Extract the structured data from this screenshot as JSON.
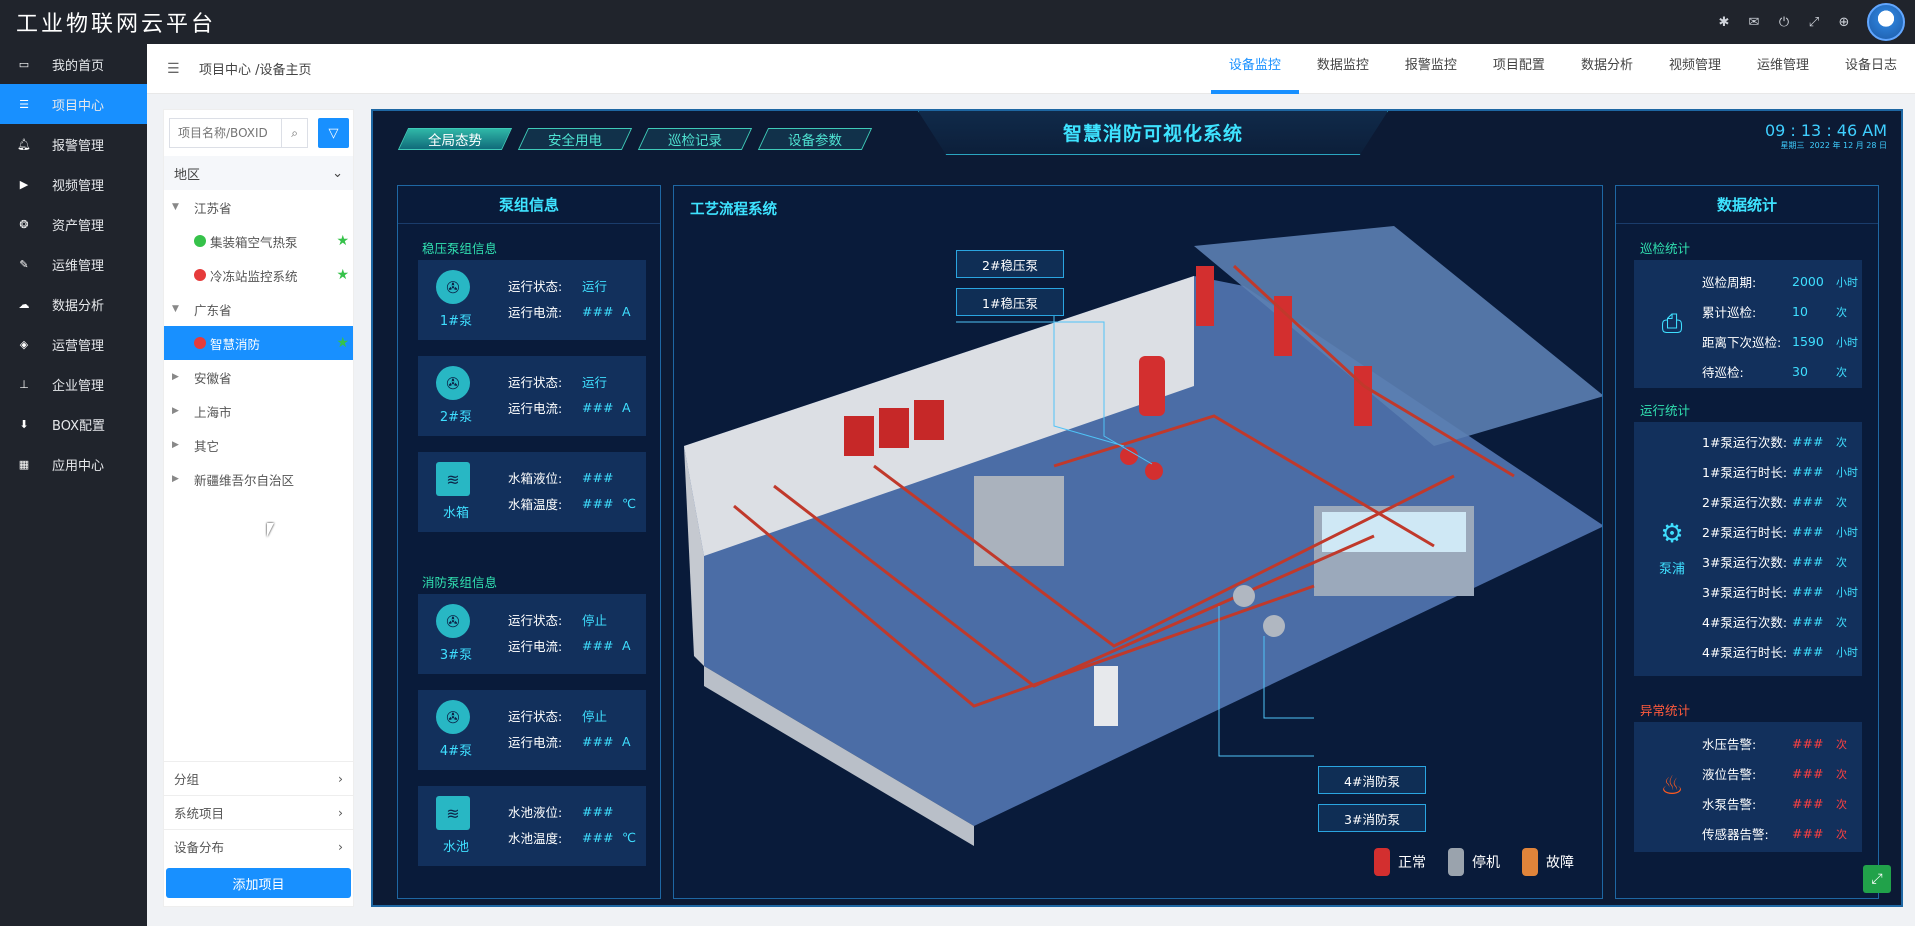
{
  "app": {
    "title": "工业物联网云平台"
  },
  "top_icons": [
    "bug-icon",
    "mail-icon",
    "power-icon",
    "fullscreen-icon",
    "globe-icon"
  ],
  "sidebar": {
    "items": [
      {
        "label": "我的首页",
        "icon": "laptop-icon"
      },
      {
        "label": "项目中心",
        "icon": "list-icon",
        "active": true
      },
      {
        "label": "报警管理",
        "icon": "bell-icon"
      },
      {
        "label": "视频管理",
        "icon": "video-icon"
      },
      {
        "label": "资产管理",
        "icon": "asset-icon"
      },
      {
        "label": "运维管理",
        "icon": "wrench-icon"
      },
      {
        "label": "数据分析",
        "icon": "cloud-icon"
      },
      {
        "label": "运营管理",
        "icon": "cubes-icon"
      },
      {
        "label": "企业管理",
        "icon": "sitemap-icon"
      },
      {
        "label": "BOX配置",
        "icon": "download-icon"
      },
      {
        "label": "应用中心",
        "icon": "grid-icon"
      }
    ]
  },
  "header": {
    "breadcrumb": "项目中心 /设备主页",
    "tabs": [
      {
        "label": "设备监控",
        "active": true
      },
      {
        "label": "数据监控"
      },
      {
        "label": "报警监控"
      },
      {
        "label": "项目配置"
      },
      {
        "label": "数据分析"
      },
      {
        "label": "视频管理"
      },
      {
        "label": "运维管理"
      },
      {
        "label": "设备日志"
      }
    ]
  },
  "left": {
    "search_placeholder": "项目名称/BOXID",
    "region_label": "地区",
    "tree": [
      {
        "label": "江苏省",
        "expanded": true,
        "children": [
          {
            "label": "集装箱空气热泵",
            "status": "green"
          },
          {
            "label": "冷冻站监控系统",
            "status": "red"
          }
        ]
      },
      {
        "label": "广东省",
        "expanded": true,
        "children": [
          {
            "label": "智慧消防",
            "status": "red",
            "selected": true
          }
        ]
      },
      {
        "label": "安徽省"
      },
      {
        "label": "上海市"
      },
      {
        "label": "其它"
      },
      {
        "label": "新疆维吾尔自治区"
      }
    ],
    "accordions": [
      "分组",
      "系统项目",
      "设备分布"
    ],
    "add_button": "添加项目"
  },
  "dashboard": {
    "nav": [
      "全局态势",
      "安全用电",
      "巡检记录",
      "设备参数"
    ],
    "title": "智慧消防可视化系统",
    "clock": {
      "time": "09 : 13 : 46 AM",
      "weekday": "星期三",
      "date": "2022 年 12 月 28 日"
    },
    "pump_panel": {
      "title": "泵组信息",
      "group1": "稳压泵组信息",
      "group2": "消防泵组信息",
      "cards": [
        {
          "name": "1#泵",
          "rows": [
            {
              "k": "运行状态:",
              "v": "运行",
              "u": ""
            },
            {
              "k": "运行电流:",
              "v": "###",
              "u": "A"
            }
          ]
        },
        {
          "name": "2#泵",
          "rows": [
            {
              "k": "运行状态:",
              "v": "运行",
              "u": ""
            },
            {
              "k": "运行电流:",
              "v": "###",
              "u": "A"
            }
          ]
        },
        {
          "name": "水箱",
          "rows": [
            {
              "k": "水箱液位:",
              "v": "###",
              "u": ""
            },
            {
              "k": "水箱温度:",
              "v": "###",
              "u": "℃"
            }
          ]
        },
        {
          "name": "3#泵",
          "rows": [
            {
              "k": "运行状态:",
              "v": "停止",
              "u": ""
            },
            {
              "k": "运行电流:",
              "v": "###",
              "u": "A"
            }
          ]
        },
        {
          "name": "4#泵",
          "rows": [
            {
              "k": "运行状态:",
              "v": "停止",
              "u": ""
            },
            {
              "k": "运行电流:",
              "v": "###",
              "u": "A"
            }
          ]
        },
        {
          "name": "水池",
          "rows": [
            {
              "k": "水池液位:",
              "v": "###",
              "u": ""
            },
            {
              "k": "水池温度:",
              "v": "###",
              "u": "℃"
            }
          ]
        }
      ]
    },
    "flow": {
      "title": "工艺流程系统",
      "labels": [
        "2#稳压泵",
        "1#稳压泵",
        "4#消防泵",
        "3#消防泵"
      ],
      "legend": [
        "正常",
        "停机",
        "故障"
      ]
    },
    "stats": {
      "title": "数据统计",
      "inspection_title": "巡检统计",
      "inspection": [
        {
          "k": "巡检周期:",
          "v": "2000",
          "u": "小时"
        },
        {
          "k": "累计巡检:",
          "v": "10",
          "u": "次"
        },
        {
          "k": "距离下次巡检:",
          "v": "1590",
          "u": "小时"
        },
        {
          "k": "待巡检:",
          "v": "30",
          "u": "次"
        }
      ],
      "run_title": "运行统计",
      "run_name": "泵浦",
      "run": [
        {
          "k": "1#泵运行次数:",
          "v": "###",
          "u": "次"
        },
        {
          "k": "1#泵运行时长:",
          "v": "###",
          "u": "小时"
        },
        {
          "k": "2#泵运行次数:",
          "v": "###",
          "u": "次"
        },
        {
          "k": "2#泵运行时长:",
          "v": "###",
          "u": "小时"
        },
        {
          "k": "3#泵运行次数:",
          "v": "###",
          "u": "次"
        },
        {
          "k": "3#泵运行时长:",
          "v": "###",
          "u": "小时"
        },
        {
          "k": "4#泵运行次数:",
          "v": "###",
          "u": "次"
        },
        {
          "k": "4#泵运行时长:",
          "v": "###",
          "u": "小时"
        }
      ],
      "alarm_title": "异常统计",
      "alarm": [
        {
          "k": "水压告警:",
          "v": "###",
          "u": "次"
        },
        {
          "k": "液位告警:",
          "v": "###",
          "u": "次"
        },
        {
          "k": "水泵告警:",
          "v": "###",
          "u": "次"
        },
        {
          "k": "传感器告警:",
          "v": "###",
          "u": "次"
        }
      ]
    }
  }
}
